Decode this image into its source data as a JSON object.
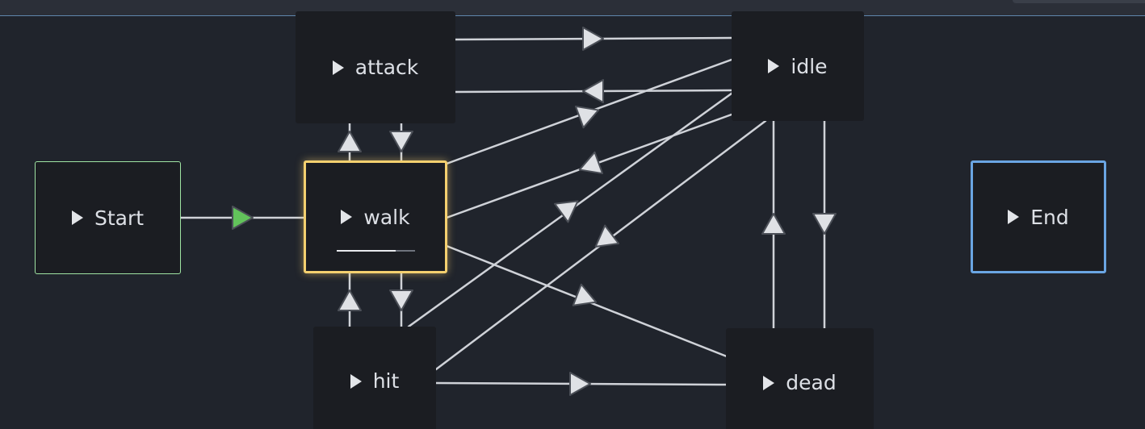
{
  "graph": {
    "nodes": {
      "start": {
        "label": "Start"
      },
      "walk": {
        "label": "walk",
        "playback_progress": 0.75
      },
      "attack": {
        "label": "attack"
      },
      "idle": {
        "label": "idle"
      },
      "hit": {
        "label": "hit"
      },
      "dead": {
        "label": "dead"
      },
      "end": {
        "label": "End"
      }
    },
    "transitions": [
      {
        "from": "Start",
        "to": "walk",
        "highlighted": true
      },
      {
        "from": "attack",
        "to": "idle"
      },
      {
        "from": "idle",
        "to": "attack"
      },
      {
        "from": "walk",
        "to": "attack"
      },
      {
        "from": "attack",
        "to": "walk"
      },
      {
        "from": "walk",
        "to": "idle"
      },
      {
        "from": "idle",
        "to": "walk"
      },
      {
        "from": "hit",
        "to": "idle"
      },
      {
        "from": "idle",
        "to": "hit"
      },
      {
        "from": "walk",
        "to": "dead"
      },
      {
        "from": "dead",
        "to": "idle"
      },
      {
        "from": "idle",
        "to": "dead"
      },
      {
        "from": "hit",
        "to": "walk"
      },
      {
        "from": "walk",
        "to": "hit"
      },
      {
        "from": "hit",
        "to": "dead"
      }
    ]
  },
  "colors": {
    "background": "#20242c",
    "node_fill": "#1b1d22",
    "edge": "#cfd2d8",
    "arrow_fill": "#dfe1e5",
    "start_border": "#9fe4a3",
    "start_arrow": "#62c35b",
    "active_border": "#f4d06f",
    "end_border": "#6aa5e3"
  }
}
